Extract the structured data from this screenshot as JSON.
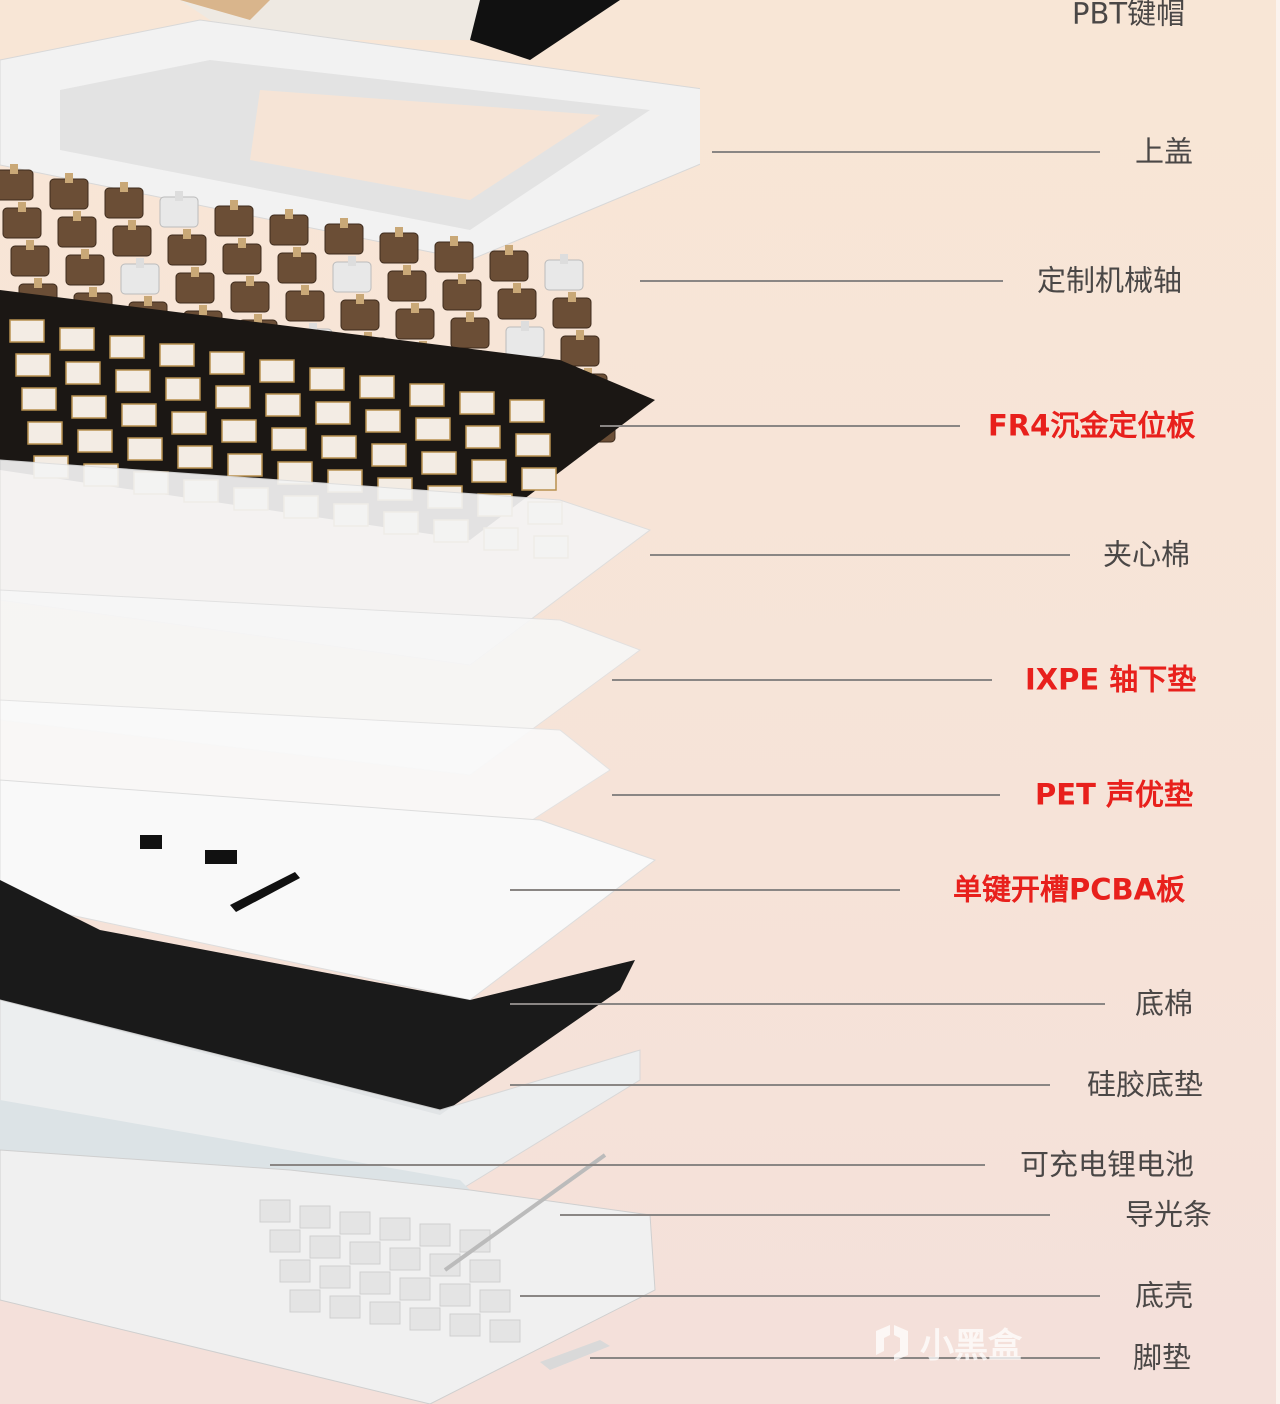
{
  "labels": [
    {
      "text": "PBT键帽",
      "highlight": false
    },
    {
      "text": "上盖",
      "highlight": false
    },
    {
      "text": "定制机械轴",
      "highlight": false
    },
    {
      "text": "FR4沉金定位板",
      "highlight": true
    },
    {
      "text": "夹心棉",
      "highlight": false
    },
    {
      "text": "IXPE 轴下垫",
      "highlight": true
    },
    {
      "text": "PET 声优垫",
      "highlight": true
    },
    {
      "text": "单键开槽PCBA板",
      "highlight": true
    },
    {
      "text": "底棉",
      "highlight": false
    },
    {
      "text": "硅胶底垫",
      "highlight": false
    },
    {
      "text": "可充电锂电池",
      "highlight": false
    },
    {
      "text": "导光条",
      "highlight": false
    },
    {
      "text": "底壳",
      "highlight": false
    },
    {
      "text": "脚垫",
      "highlight": false
    }
  ],
  "watermark": "小黑盒",
  "colors": {
    "normal": "#4a4746",
    "highlight": "#e8201c",
    "background": "#f6e3d8"
  }
}
